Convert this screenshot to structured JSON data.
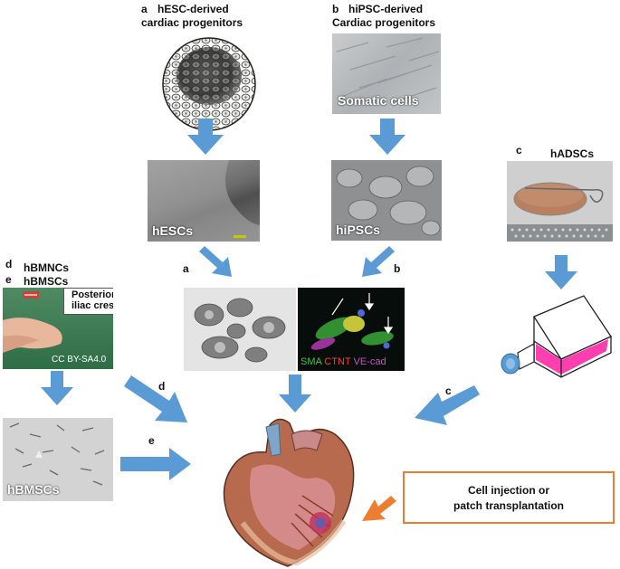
{
  "col_a": {
    "letter": "a",
    "title_line1": "hESC-derived",
    "title_line2": "cardiac progenitors",
    "cells_caption": "hESCs"
  },
  "col_b": {
    "letter": "b",
    "title_line1": "hiPSC-derived",
    "title_line2": "Cardiac progenitors",
    "somatic_caption": "Somatic cells",
    "cells_caption": "hiPSCs"
  },
  "col_c": {
    "letter": "c",
    "title": "hADSCs"
  },
  "col_d": {
    "letter_d": "d",
    "title_d": "hBMNCs",
    "letter_e": "e",
    "title_e": "hBMSCs",
    "inset_label_line1": "Posterior",
    "inset_label_line2": "iliac crest",
    "license": "CC BY-SA4.0",
    "cells_caption": "hBMSCs"
  },
  "center": {
    "label_a": "a",
    "label_b": "b",
    "stain_sma": "SMA",
    "stain_ctnt": "CTNT",
    "stain_vecad": "VE-cad"
  },
  "arrow_labels": {
    "c": "c",
    "d": "d",
    "e": "e"
  },
  "callout": {
    "line1": "Cell injection or",
    "line2": "patch transplantation"
  },
  "colors": {
    "arrow_blue": "#5b9bd5",
    "arrow_orange": "#ed7d31",
    "box_border": "#ed7d31",
    "flask_fill": "#ff3fb0"
  }
}
